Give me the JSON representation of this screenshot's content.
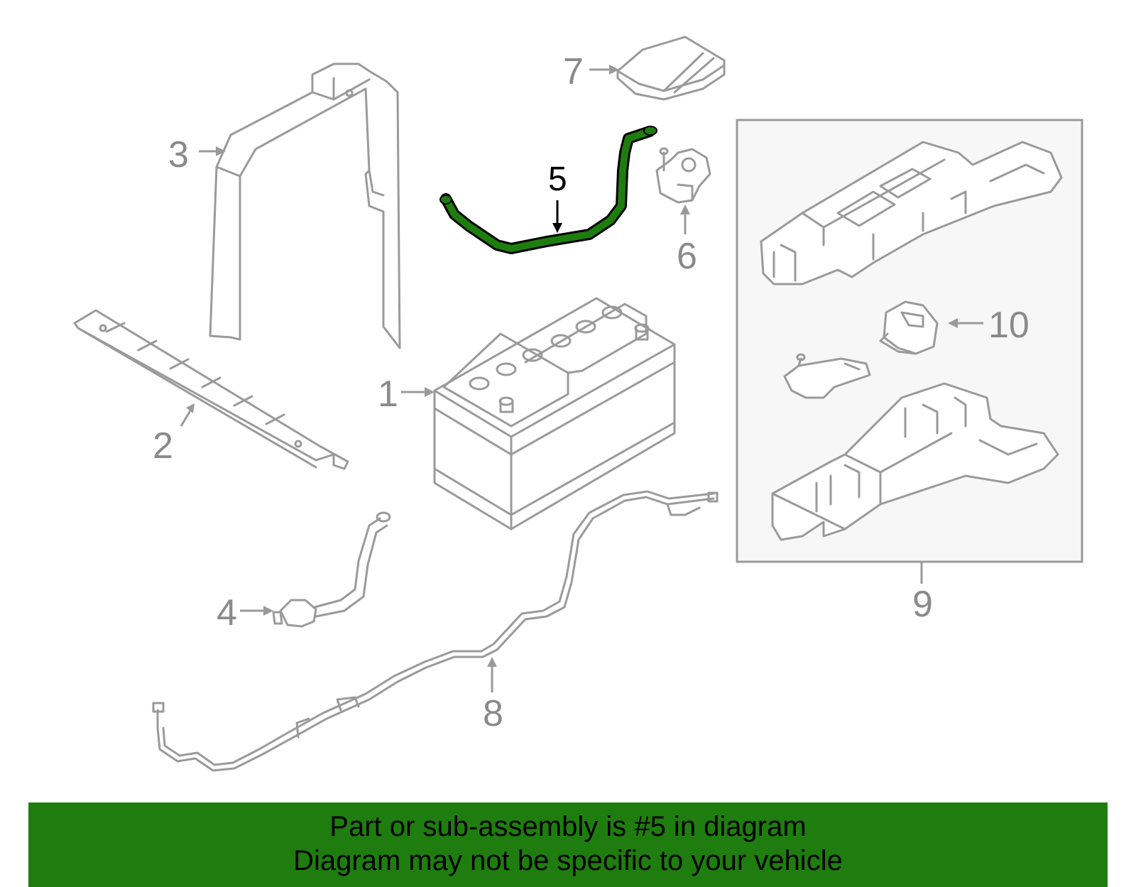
{
  "callouts": {
    "c1": "1",
    "c2": "2",
    "c3": "3",
    "c4": "4",
    "c5": "5",
    "c6": "6",
    "c7": "7",
    "c8": "8",
    "c9": "9",
    "c10": "10"
  },
  "highlight_part": {
    "callout": "5",
    "color": "#1e7d0e",
    "outline_color": "#000000"
  },
  "banner": {
    "line1": "Part or sub-assembly is #5 in diagram",
    "line2": "Diagram may not be specific to your vehicle",
    "background": "#1e7d0e"
  },
  "colors": {
    "part_outline": "#9a9a9a",
    "callout_text": "#8a8a8a",
    "group_box_fill": "#f7f7f7"
  }
}
